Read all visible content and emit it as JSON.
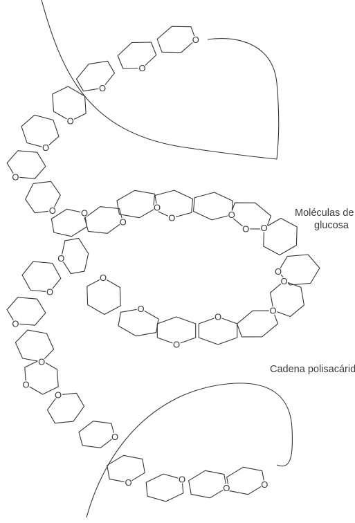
{
  "labels": {
    "molecules_line1": "Moléculas de",
    "molecules_line2": "glucosa",
    "chain": "Cadena polisacárida"
  },
  "atoms": {
    "oxygen": "O"
  },
  "colors": {
    "stroke": "#333333",
    "text": "#3a3a3a",
    "background": "#ffffff"
  }
}
